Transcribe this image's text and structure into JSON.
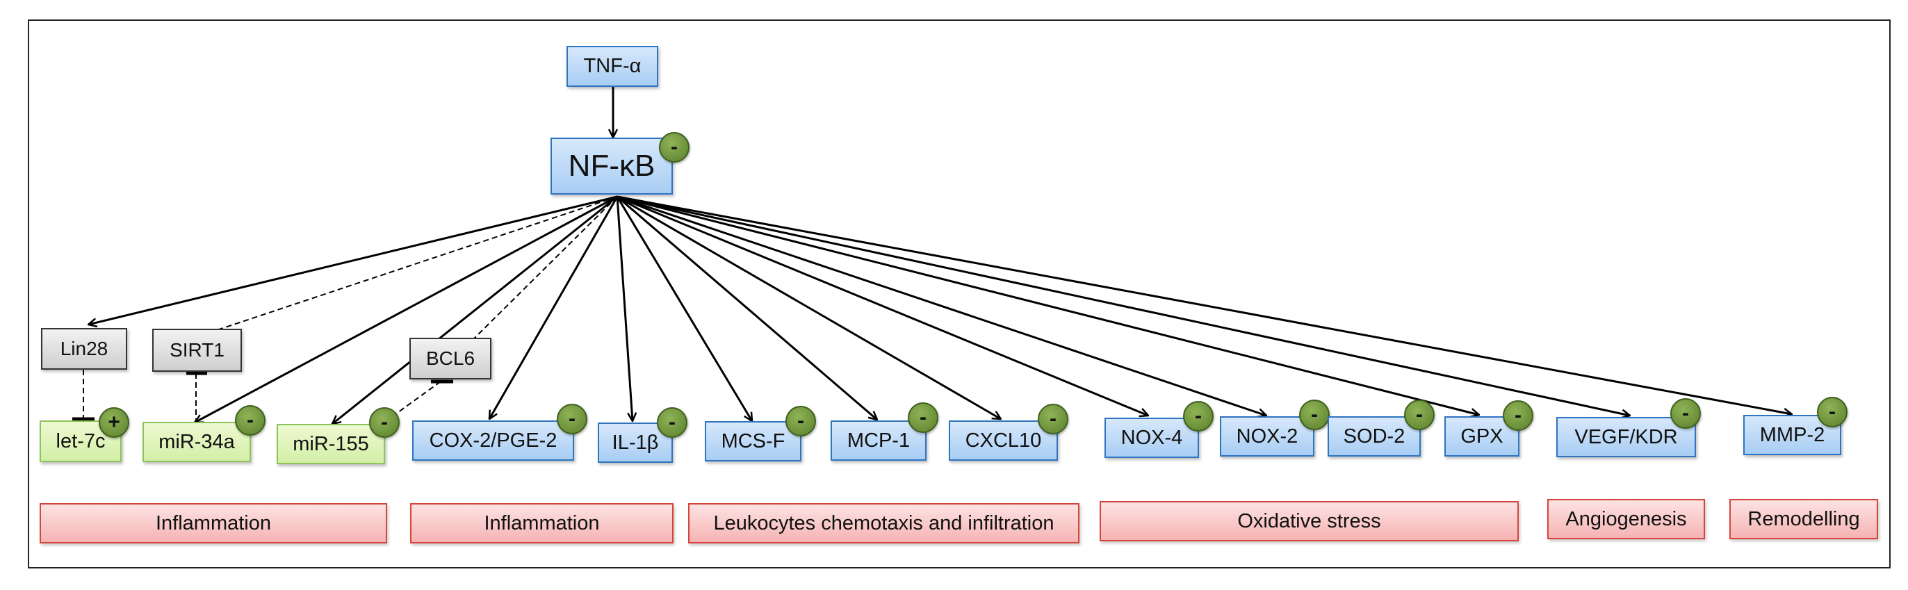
{
  "nodes": {
    "tnf": "TNF-α",
    "nfkb": "NF-κB",
    "lin28": "Lin28",
    "sirt1": "SIRT1",
    "bcl6": "BCL6",
    "let7c": "let-7c",
    "mir34a": "miR-34a",
    "mir155": "miR-155",
    "cox2": "COX-2/PGE-2",
    "il1b": "IL-1β",
    "mcsf": "MCS-F",
    "mcp1": "MCP-1",
    "cxcl10": "CXCL10",
    "nox4": "NOX-4",
    "nox2": "NOX-2",
    "sod2": "SOD-2",
    "gpx": "GPX",
    "vegf": "VEGF/KDR",
    "mmp2": "MMP-2"
  },
  "categories": {
    "inflammation_1": "Inflammation",
    "inflammation_2": "Inflammation",
    "leukocytes": "Leukocytes chemotaxis and infiltration",
    "oxidative": "Oxidative stress",
    "angiogenesis": "Angiogenesis",
    "remodelling": "Remodelling"
  },
  "badges": {
    "minus": "-",
    "plus": "+"
  },
  "colors": {
    "target_fill": "#a8cdf4",
    "target_border": "#2f74c0",
    "mirna_fill": "#d2efa6",
    "mirna_border": "#8cc45a",
    "regulator_fill": "#cfcfcf",
    "category_fill": "#f6b3b3",
    "category_border": "#d6453c",
    "badge": "#6b8e3a"
  }
}
